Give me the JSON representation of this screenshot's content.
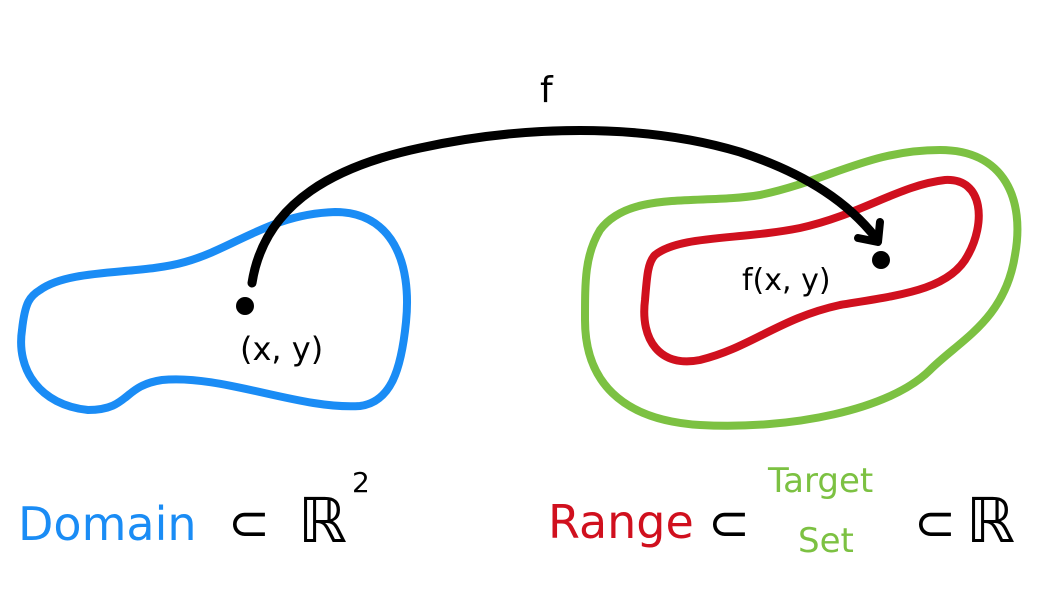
{
  "colors": {
    "domain": "#1a8cf5",
    "range": "#d0101e",
    "target": "#7cc142",
    "arrow": "#000000"
  },
  "labels": {
    "function": "f",
    "point": "(x, y)",
    "image_point": "f(x, y)",
    "domain": "Domain",
    "subset1": "⊂",
    "reals_domain": "ℝ",
    "exponent": "2",
    "range": "Range",
    "subset2": "⊂",
    "target_line1": "Target",
    "target_line2": "Set",
    "subset3": "⊂",
    "reals_target": "ℝ"
  }
}
